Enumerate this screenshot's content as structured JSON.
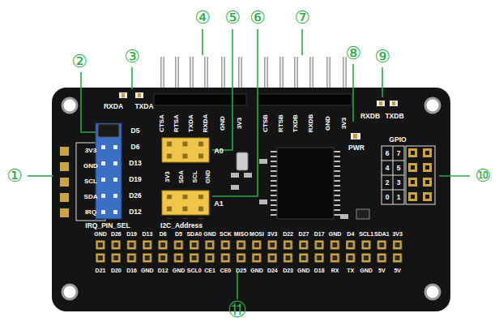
{
  "diagram": {
    "labels": [
      "①",
      "②",
      "③",
      "④",
      "⑤",
      "⑥",
      "⑦",
      "⑧",
      "⑨",
      "⑩",
      "⑪",
      "3V3",
      "GND",
      "SCL",
      "SDA",
      "IRQ",
      "D5",
      "D6",
      "D13",
      "D19",
      "D26",
      "D12",
      "IRQ_PIN_SEL",
      "RXDA",
      "TXDA",
      "CTSA",
      "RTSA",
      "TXDA",
      "RXDA",
      "GND",
      "3V3",
      "CTSB",
      "RTSB",
      "TXDB",
      "RXDB",
      "GND",
      "3V3",
      "3V3",
      "SDA",
      "SCL",
      "GND",
      "A0",
      "A1",
      "I2C_Address",
      "RXDB",
      "TXDB",
      "PWR",
      "GPIO",
      "7",
      "6",
      "5",
      "4",
      "3",
      "2",
      "1",
      "0",
      "GND",
      "D26",
      "D19",
      "D13",
      "D6",
      "D5",
      "SDA0",
      "GND",
      "SCK",
      "MISO",
      "MOSI",
      "3V3",
      "D22",
      "D27",
      "D17",
      "GND",
      "D4",
      "SCL1",
      "SDA1",
      "3V3",
      "D21",
      "D20",
      "D16",
      "GND",
      "D12",
      "GND",
      "SCL0",
      "CE1",
      "CE0",
      "D25",
      "GND",
      "D24",
      "D23",
      "GND",
      "D18",
      "RX",
      "TX",
      "GND",
      "5V",
      "5V"
    ]
  }
}
